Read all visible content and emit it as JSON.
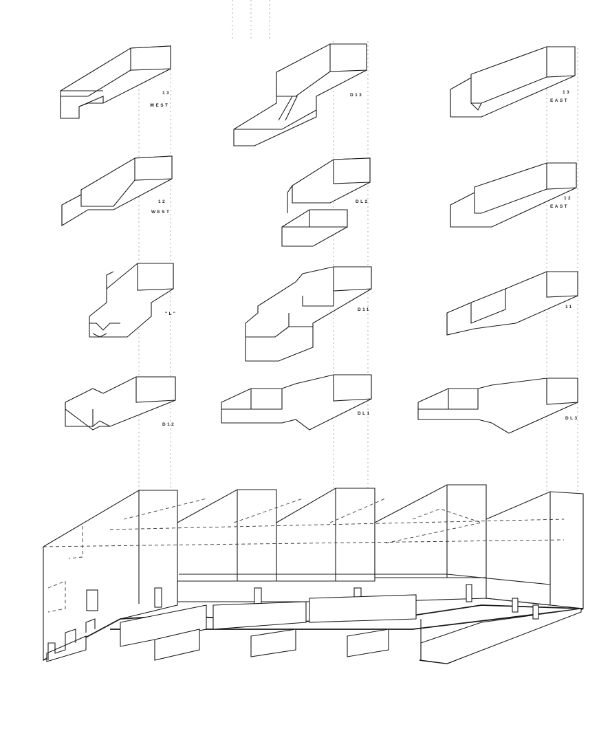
{
  "drawing": {
    "type": "exploded axonometric of apartment unit types above building section",
    "line_color": "#1a1a1a",
    "background": "#ffffff"
  },
  "units": [
    {
      "id": "u-13-west",
      "row": 1,
      "col": 1,
      "label_line1": "13",
      "label_line2": "WEST"
    },
    {
      "id": "u-d13",
      "row": 1,
      "col": 2,
      "label_line1": "D13",
      "label_line2": ""
    },
    {
      "id": "u-13-east",
      "row": 1,
      "col": 3,
      "label_line1": "13",
      "label_line2": "EAST"
    },
    {
      "id": "u-12-west",
      "row": 2,
      "col": 1,
      "label_line1": "12",
      "label_line2": "WEST"
    },
    {
      "id": "u-dl2",
      "row": 2,
      "col": 2,
      "label_line1": "DL2",
      "label_line2": ""
    },
    {
      "id": "u-12-east",
      "row": 2,
      "col": 3,
      "label_line1": "12",
      "label_line2": "EAST"
    },
    {
      "id": "u-l",
      "row": 3,
      "col": 1,
      "label_line1": "\"L\"",
      "label_line2": ""
    },
    {
      "id": "u-d11",
      "row": 3,
      "col": 2,
      "label_line1": "D11",
      "label_line2": ""
    },
    {
      "id": "u-11",
      "row": 3,
      "col": 3,
      "label_line1": "11",
      "label_line2": ""
    },
    {
      "id": "u-d12",
      "row": 4,
      "col": 1,
      "label_line1": "D12",
      "label_line2": ""
    },
    {
      "id": "u-dl1",
      "row": 4,
      "col": 2,
      "label_line1": "DL1",
      "label_line2": ""
    },
    {
      "id": "u-dl3",
      "row": 4,
      "col": 3,
      "label_line1": "DL3",
      "label_line2": ""
    }
  ],
  "base_building": {
    "label": "",
    "description": "assembled building block with piloti and hidden unit outlines"
  }
}
